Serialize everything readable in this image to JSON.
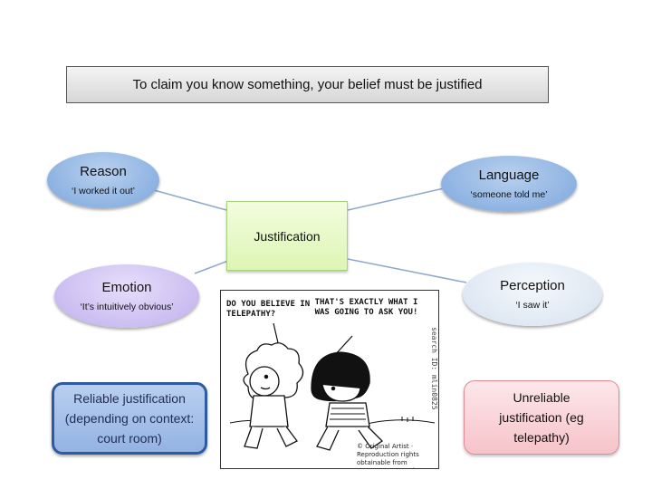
{
  "title": "To claim you know something, your belief must be justified",
  "center": "Justification",
  "nodes": {
    "reason": {
      "label": "Reason",
      "example": "‘I worked it out’"
    },
    "language": {
      "label": "Language",
      "example": "‘someone told me’"
    },
    "emotion": {
      "label": "Emotion",
      "example": "‘It’s intuitively obvious’"
    },
    "perception": {
      "label": "Perception",
      "example": "‘I saw it’"
    }
  },
  "reliable": "Reliable justification (depending on context: court room)",
  "unreliable": "Unreliable justification (eg telepathy)",
  "cartoon": {
    "speech_left": "DO YOU BELIEVE IN TELEPATHY?",
    "speech_right": "THAT'S EXACTLY WHAT I WAS GOING TO ASK YOU!",
    "side_text": "search ID: mlin0825",
    "credit": "© Original Artist · Reproduction rights obtainable from www.CartoonStock.com"
  },
  "colors": {
    "reason": "#8eb3e2",
    "language": "#8eb3e2",
    "emotion": "#cbbdf1",
    "perception": "#dfe8f3",
    "justification": "#ddf5b4",
    "reliable_border": "#2d5aa1",
    "unreliable": "#f6c3c9"
  }
}
